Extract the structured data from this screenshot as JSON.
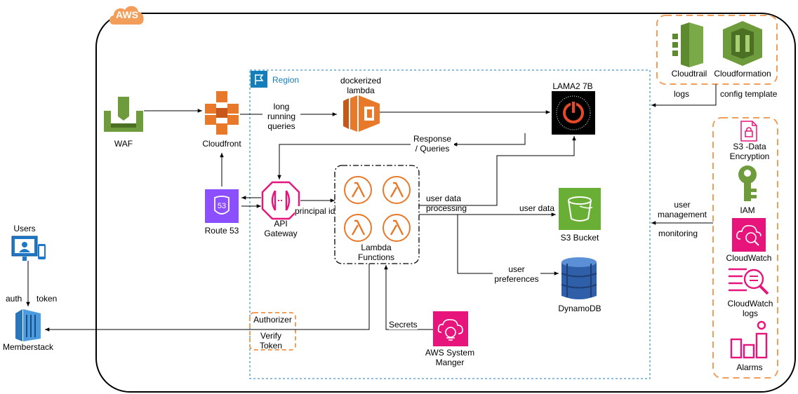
{
  "colors": {
    "aws_orange": "#f29e5a",
    "waf_green": "#6e9b3b",
    "compute_orange": "#e8792a",
    "route53_purple": "#8c4fff",
    "pink": "#e7157b",
    "s3_green": "#6aaf35",
    "dynamo_blue": "#2e5fa8",
    "region_blue": "#147eba",
    "memberstack_blue": "#2a74b9"
  },
  "aws": {
    "label": "AWS"
  },
  "region": {
    "label": "Region"
  },
  "nodes": {
    "waf": "WAF",
    "cloudfront": "Cloudfront",
    "route53": "Route 53",
    "route53_badge": "53",
    "api_gateway": "API\nGateway",
    "lambda_functions": "Lambda\nFunctions",
    "dockerized_lambda": "dockerized\nlambda",
    "lama": "LAMA2 7B",
    "s3_bucket": "S3 Bucket",
    "dynamodb": "DynamoDB",
    "ssm": "AWS System\nManger",
    "users": "Users",
    "memberstack": "Memberstack",
    "authorizer": "Authorizer",
    "verify_token": "Verify\nToken",
    "cloudtrail": "Cloudtrail",
    "cloudformation": "Cloudformation",
    "s3_encryption": "S3 -Data\nEncryption",
    "iam": "IAM",
    "cloudwatch": "CloudWatch",
    "cloudwatch_logs": "CloudWatch\nlogs",
    "alarms": "Alarms"
  },
  "edges": {
    "long_running": "long\nrunning\nqueries",
    "response_queries": "Response\n/ Queries",
    "user_data_processing": "user data\nprocessing",
    "user_data": "user data",
    "user_preferences": "user\npreferences",
    "principal_id": "principal id",
    "secrets": "Secrets",
    "auth": "auth",
    "token": "token",
    "logs": "logs",
    "config_template": "config template",
    "user_management": "user\nmanagement",
    "monitoring": "monitoring"
  }
}
